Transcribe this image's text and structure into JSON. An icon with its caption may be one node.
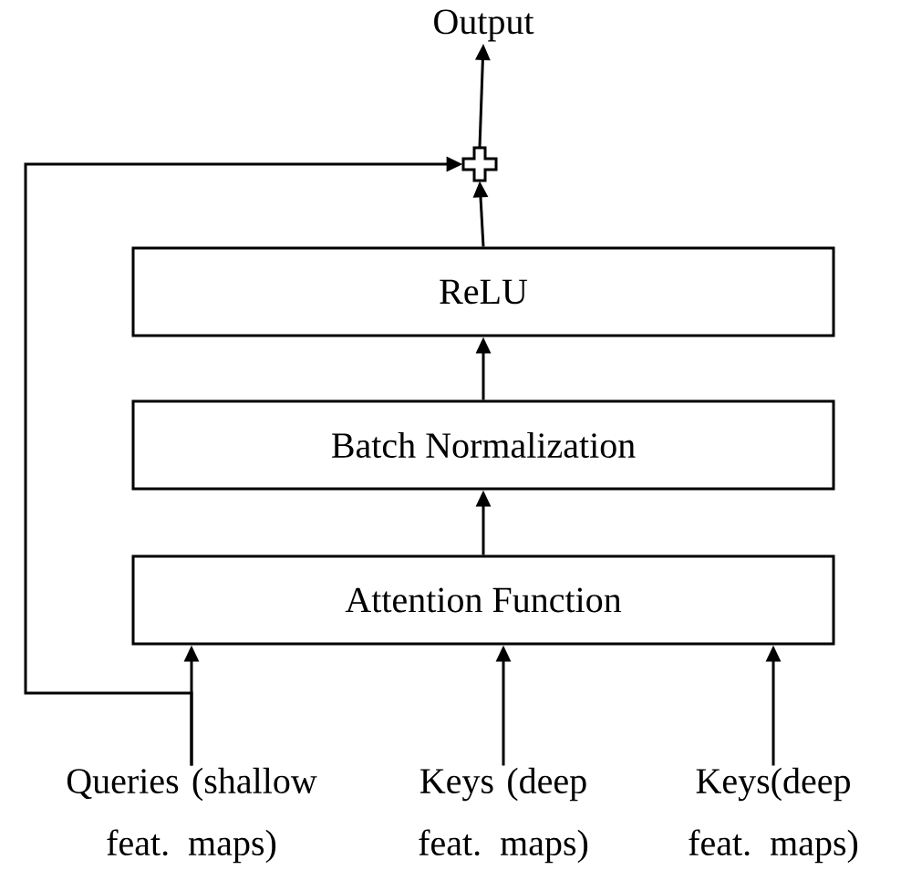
{
  "diagram": {
    "nodes": [
      {
        "text": [
          "Output"
        ]
      },
      {
        "text": [],
        "shape": "cross"
      },
      {
        "text": [
          "ReLU"
        ]
      },
      {
        "text": [
          "Batch Normalization"
        ]
      },
      {
        "text": [
          "Attention Function"
        ]
      },
      {
        "text": [
          "Queries (shallow feat. maps)"
        ]
      },
      {
        "text": [
          "Keys (deep feat. maps)"
        ]
      },
      {
        "text": [
          "Keys(deep feat. maps)"
        ]
      }
    ],
    "edges": [
      {
        "from": 1,
        "to": 0,
        "arrow": "to"
      },
      {
        "from": 2,
        "to": 1,
        "arrow": "to"
      },
      {
        "from": 3,
        "to": 2,
        "arrow": "to"
      },
      {
        "from": 4,
        "to": 3,
        "arrow": "to"
      },
      {
        "from": 5,
        "to": 4,
        "arrow": "to"
      },
      {
        "from": 6,
        "to": 4,
        "arrow": "to"
      },
      {
        "from": 7,
        "to": 4,
        "arrow": "to"
      },
      {
        "from": 5,
        "to": 1,
        "arrow": "to"
      }
    ]
  }
}
